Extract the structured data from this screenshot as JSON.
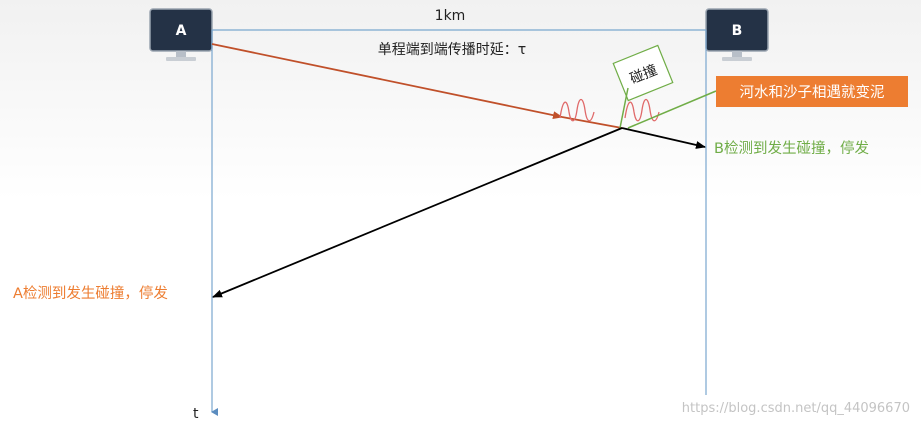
{
  "node_a": {
    "label": "A"
  },
  "node_b": {
    "label": "B"
  },
  "distance_label": "1km",
  "delay_label": "单程端到端传播时延：τ",
  "collision_box": {
    "label": "碰撞"
  },
  "callout": {
    "text": "河水和沙子相遇就变泥"
  },
  "b_detect_label": "B检测到发生碰撞，停发",
  "a_detect_label": "A检测到发生碰撞，停发",
  "time_axis_label": "t",
  "watermark": "https://blog.csdn.net/qq_44096670",
  "colors": {
    "timeline": "#7aa7cf",
    "signal_a": "#c0502a",
    "arrow_black": "#000000",
    "green": "#70ad47",
    "orange_fill": "#ed7d31",
    "wave": "#e06a6a",
    "monitor_dark": "#243246"
  }
}
